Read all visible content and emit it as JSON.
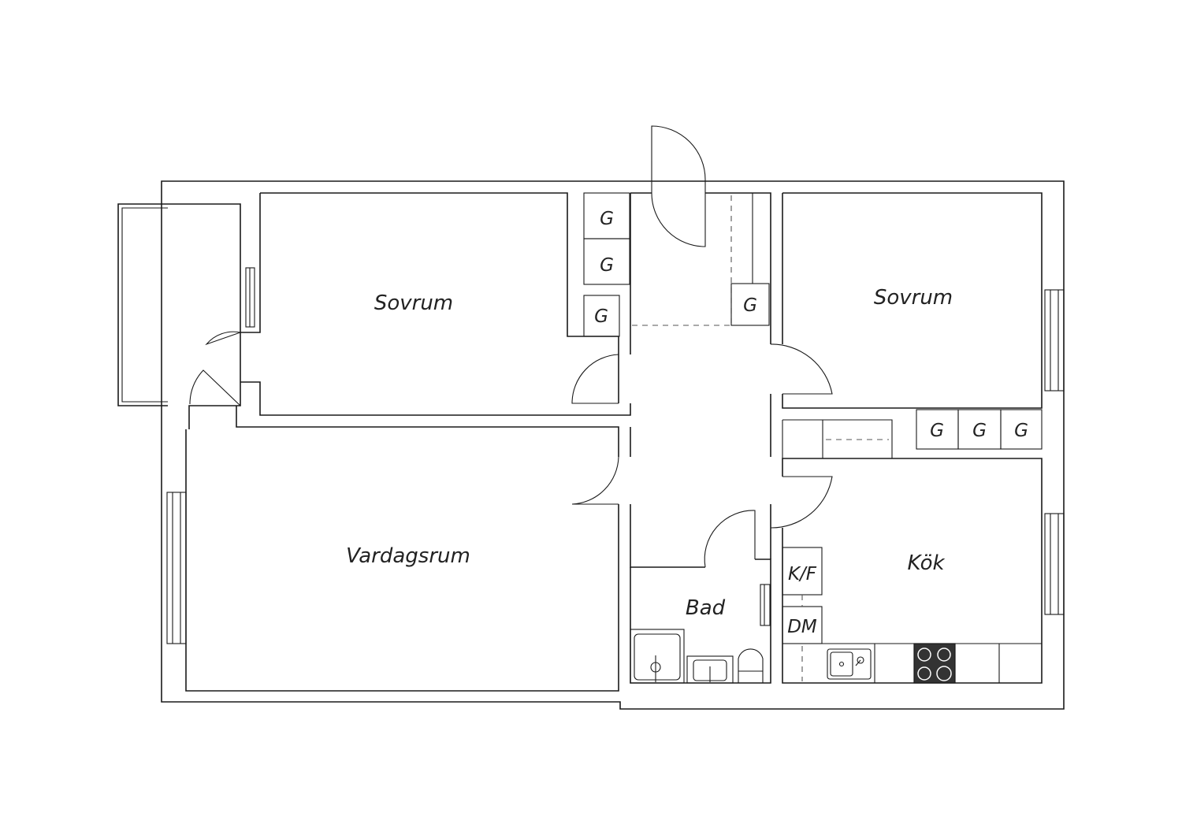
{
  "rooms": {
    "bedroom_left": "Sovrum",
    "bedroom_right": "Sovrum",
    "living_room": "Vardagsrum",
    "bathroom": "Bad",
    "kitchen": "Kök"
  },
  "closet_label": "G",
  "appliances": {
    "fridge_freezer": "K/F",
    "dishwasher": "DM"
  },
  "colors": {
    "line": "#1a1a1a",
    "background": "#ffffff",
    "stove": "#333333"
  }
}
